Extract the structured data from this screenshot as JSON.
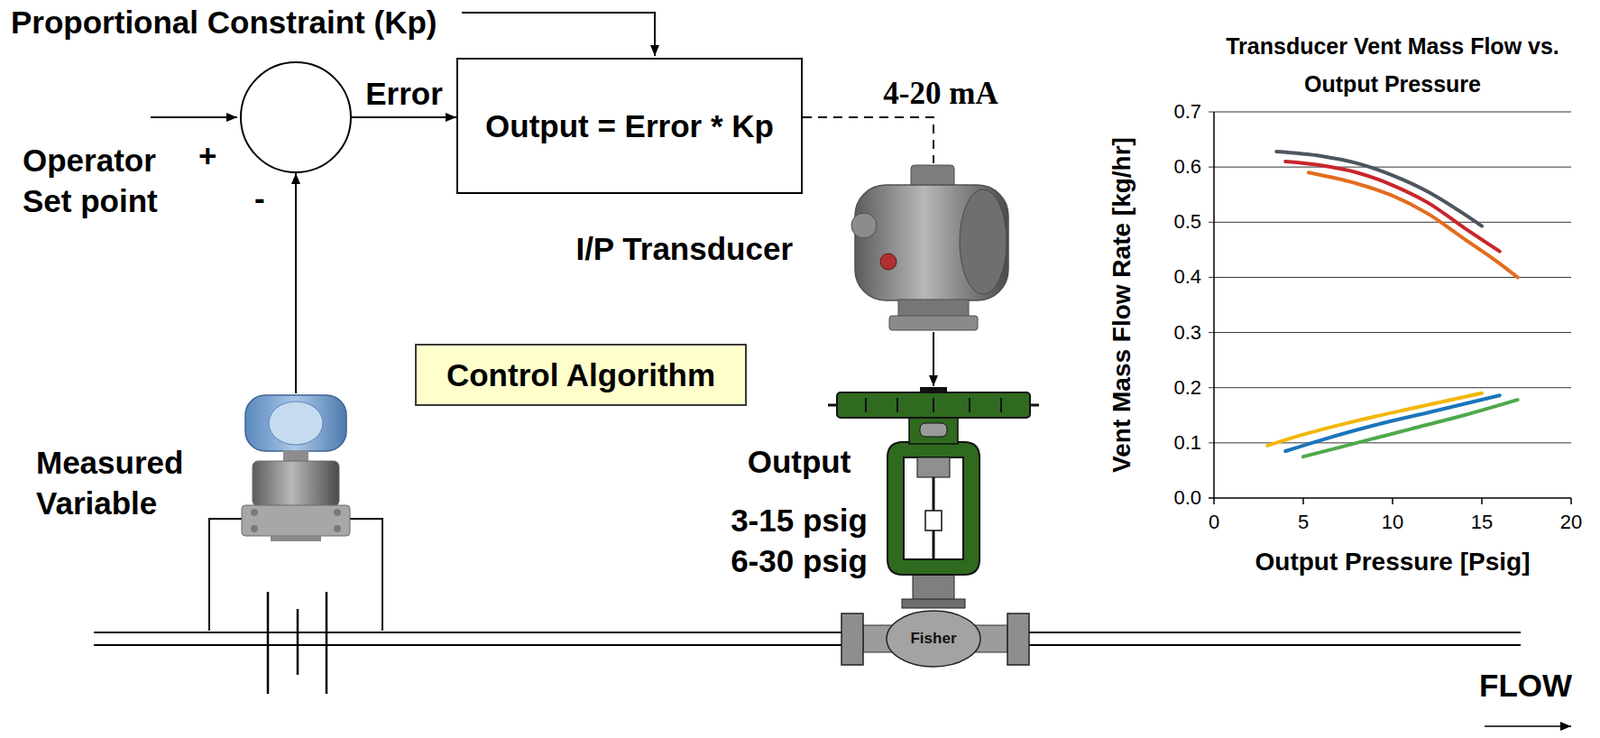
{
  "diagram": {
    "nodes": [
      {
        "text": [
          "+",
          "-"
        ]
      },
      {
        "text": [
          "Output = Error * Kp"
        ]
      },
      {
        "text": [
          "I/P Transducer"
        ]
      },
      {
        "text": [
          "Control Algorithm"
        ]
      },
      {
        "text": [
          "Measured Variable"
        ]
      },
      {
        "text": [
          "Output",
          "3-15 psig 6-30 psig",
          "Fisher"
        ]
      }
    ],
    "edges": [
      {
        "from": 0,
        "to": 1,
        "label": "Error",
        "arrow": "to"
      },
      {
        "from": 1,
        "to": 2,
        "label": "4-20 mA",
        "arrow": "none"
      },
      {
        "from": 2,
        "to": 5,
        "arrow": "to"
      },
      {
        "from": 4,
        "to": 0,
        "arrow": "to"
      }
    ],
    "labels": [
      "Proportional Constraint (Kp)",
      "Operator Set point",
      "Transducer Vent Mass Flow vs. Output Pressure",
      "0.7",
      "0.6",
      "0.5",
      "0.4",
      "0.3",
      "0.2",
      "0.1",
      "0.0",
      "Vent Mass Flow Rate [kg/hr]",
      "0",
      "5",
      "10",
      "15",
      "20",
      "Output Pressure [Psig]",
      "FLOW"
    ]
  }
}
